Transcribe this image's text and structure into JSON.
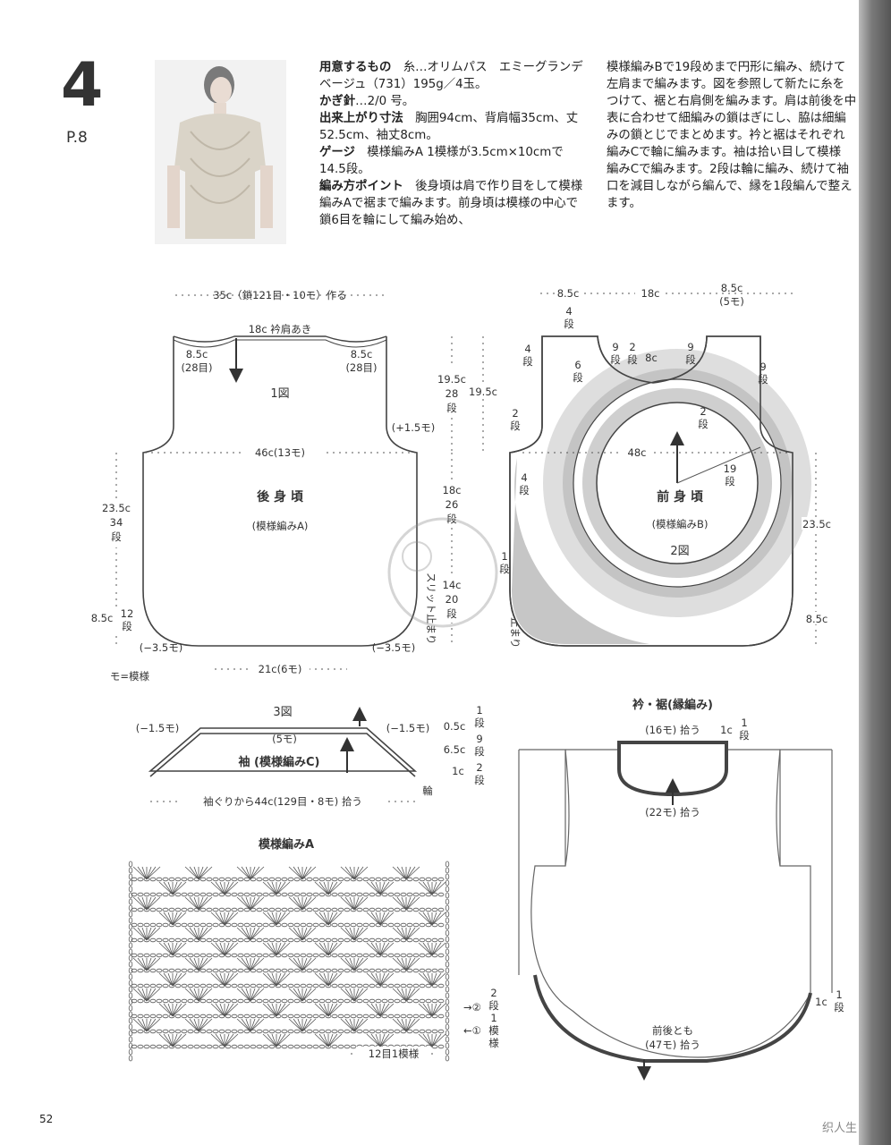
{
  "header": {
    "pattern_number": "4",
    "page_ref": "P.8"
  },
  "instructions": {
    "materials_label": "用意するもの",
    "materials_text": "糸…オリムパス　エミーグランデ　ベージュ（731）195g／4玉。",
    "hook_label": "かぎ針",
    "hook_text": "…2/0 号。",
    "size_label": "出来上がり寸法",
    "size_text": "胸囲94cm、背肩幅35cm、丈52.5cm、袖丈8cm。",
    "gauge_label": "ゲージ",
    "gauge_text": "模様編みA 1模様が3.5cm×10cmで14.5段。",
    "point_label": "編み方ポイント",
    "point_text": "後身頃は肩で作り目をして模様編みAで裾まで編みます。前身頃は模様の中心で鎖6目を輪にして編み始め、",
    "col2_lines": [
      "模様編みBで19段めまで円形に編み、続けて",
      "左肩まで編みます。図を参照して新たに糸を",
      "つけて、裾と右肩側を編みます。肩は前後を中",
      "表に合わせて細編みの鎖はぎにし、脇は細編",
      "みの鎖とじでまとめます。衿と裾はそれぞれ",
      "編みCで輪に編みます。袖は拾い目して模様",
      "編みCで編みます。2段は輪に編み、続けて袖",
      "口を減目しながら編んで、縁を1段編んで整え",
      "ます。"
    ]
  },
  "back": {
    "top_width": "35c（鎖121目・10モ）作る",
    "neck": "18c 衿肩あき",
    "shoulder_l": "8.5c",
    "shoulder_l_rows": "(28目)",
    "shoulder_r": "8.5c",
    "shoulder_r_rows": "(28目)",
    "fig": "1図",
    "armhole_inc": "(+1.5モ)",
    "chest": "46c(13モ)",
    "title": "後 身 頃",
    "pattern": "(模様編みA)",
    "side_h": "23.5c",
    "side_h_rows": "34",
    "side_h_unit": "段",
    "hem_h": "8.5c",
    "hem_h_rows": "12",
    "hem_h_unit": "段",
    "dec_l": "(−3.5モ)",
    "dec_r": "(−3.5モ)",
    "bottom": "21c(6モ)",
    "legend": "モ=模様",
    "armhole_h": "19.5c",
    "armhole_rows": "28",
    "armhole_unit": "段",
    "armhole_h2": "19.5c",
    "mid_h": "18c",
    "mid_rows": "26",
    "mid_unit": "段",
    "slit_h": "14c",
    "slit_rows": "20",
    "slit_unit": "段",
    "slit_l": "スリット止まり",
    "slit_r": "スリット止まり"
  },
  "front": {
    "w_l": "8.5c",
    "w_mid": "18c",
    "w_r": "8.5c",
    "w_r_rows": "(5モ)",
    "r4": "4",
    "r4u": "段",
    "r4b": "4",
    "r4bu": "段",
    "r6": "6",
    "r6u": "段",
    "r9a": "9",
    "r9au": "段",
    "r2a": "2",
    "r2au": "段",
    "neck_h": "8c",
    "r9b": "9",
    "r9bu": "段",
    "r9c": "9",
    "r9cu": "段",
    "r2b": "2",
    "r2bu": "段",
    "r2c": "2",
    "r2cu": "段",
    "r4c": "4",
    "r4cu": "段",
    "chest": "48c",
    "r19": "19",
    "r19u": "段",
    "title": "前 身 頃",
    "pattern": "(模様編みB)",
    "fig": "2図",
    "r1": "1",
    "r1u": "段",
    "side_h": "23.5c",
    "hem_h": "8.5c"
  },
  "sleeve": {
    "fig": "3図",
    "dec_l": "(−1.5モ)",
    "dec_r": "(−1.5モ)",
    "top": "(5モ)",
    "title": "袖 (模様編みC)",
    "h1": "0.5c",
    "h1_rows": "1",
    "h1_unit": "段",
    "h2": "6.5c",
    "h2_rows": "9",
    "h2_unit": "段",
    "h3": "1c",
    "h3_rows": "2",
    "h3_unit": "段",
    "ring": "輪",
    "bottom": "袖ぐりから44c(129目・8モ) 拾う"
  },
  "edging": {
    "title": "衿・裾(縁編み)",
    "neck_top": "(16モ) 拾う",
    "neck_w": "1c",
    "neck_rows": "1",
    "neck_unit": "段",
    "neck_front": "(22モ) 拾う",
    "hem_w": "1c",
    "hem_rows": "1",
    "hem_unit": "段",
    "hem_pick1": "前後とも",
    "hem_pick2": "(47モ) 拾う"
  },
  "chartA": {
    "title": "模様編みA",
    "row2": "→②",
    "row1": "←①",
    "repeat_rows": "2",
    "repeat_unit": "段",
    "repeat_word": "1",
    "repeat_word2": "模",
    "repeat_word3": "様",
    "repeat_bottom": "12目1模様"
  },
  "footer": {
    "page_number": "52",
    "watermark": "织人生"
  },
  "colors": {
    "line": "#444444",
    "fill_light": "#e0e0e0",
    "fill_mid": "#c4c4c4"
  }
}
